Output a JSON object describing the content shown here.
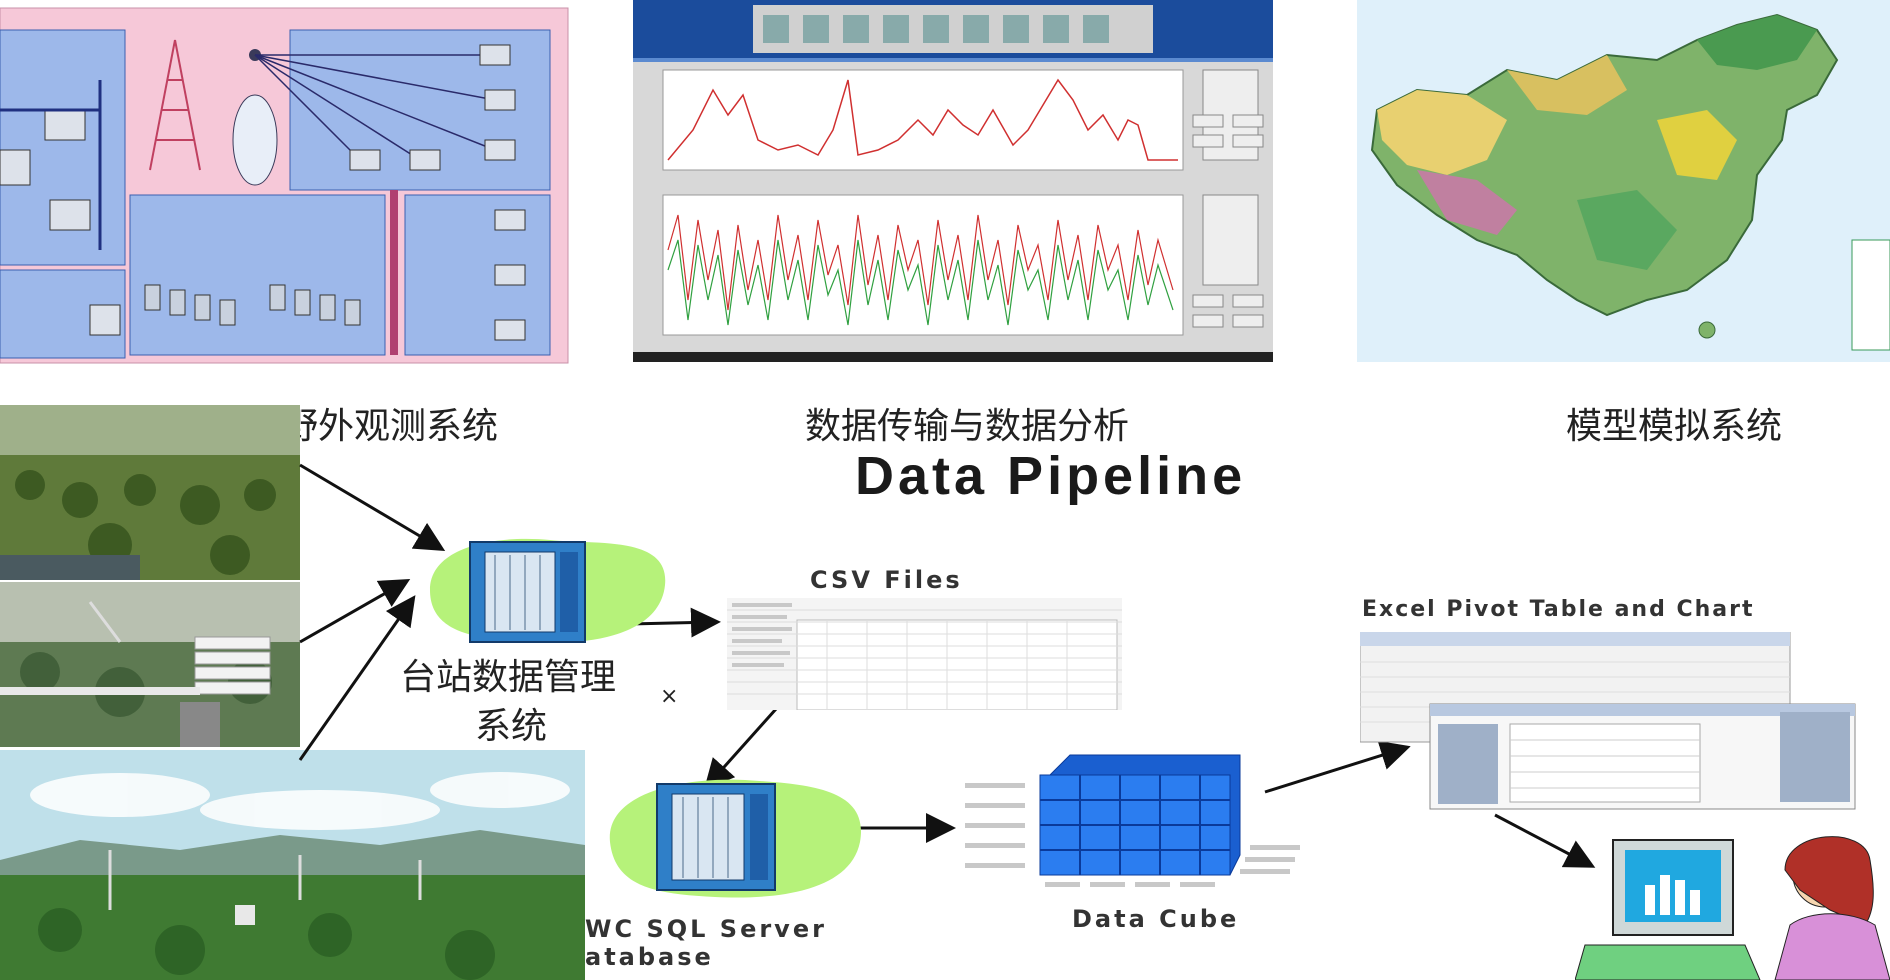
{
  "top_captions": {
    "field_observation": "野外观测系统",
    "data_transfer": "数据传输与数据分析",
    "model_simulation": "模型模拟系统"
  },
  "title": "Data Pipeline",
  "nodes": {
    "station_db": "台站数据管理",
    "station_db_line2": "系统",
    "csv_files": "CSV Files",
    "sql_server_line1": "WC SQL Server",
    "sql_server_line2": "atabase",
    "data_cube": "Data Cube",
    "excel": "Excel Pivot Table and Chart"
  },
  "colors": {
    "green_blob": "#b6f27a",
    "server_blue": "#2f7fc8",
    "cube_blue": "#1f6ee8",
    "diagram_bg": "#f6c8d8",
    "diagram_blue": "#9db8ea",
    "map_bg": "#dff0fa"
  }
}
